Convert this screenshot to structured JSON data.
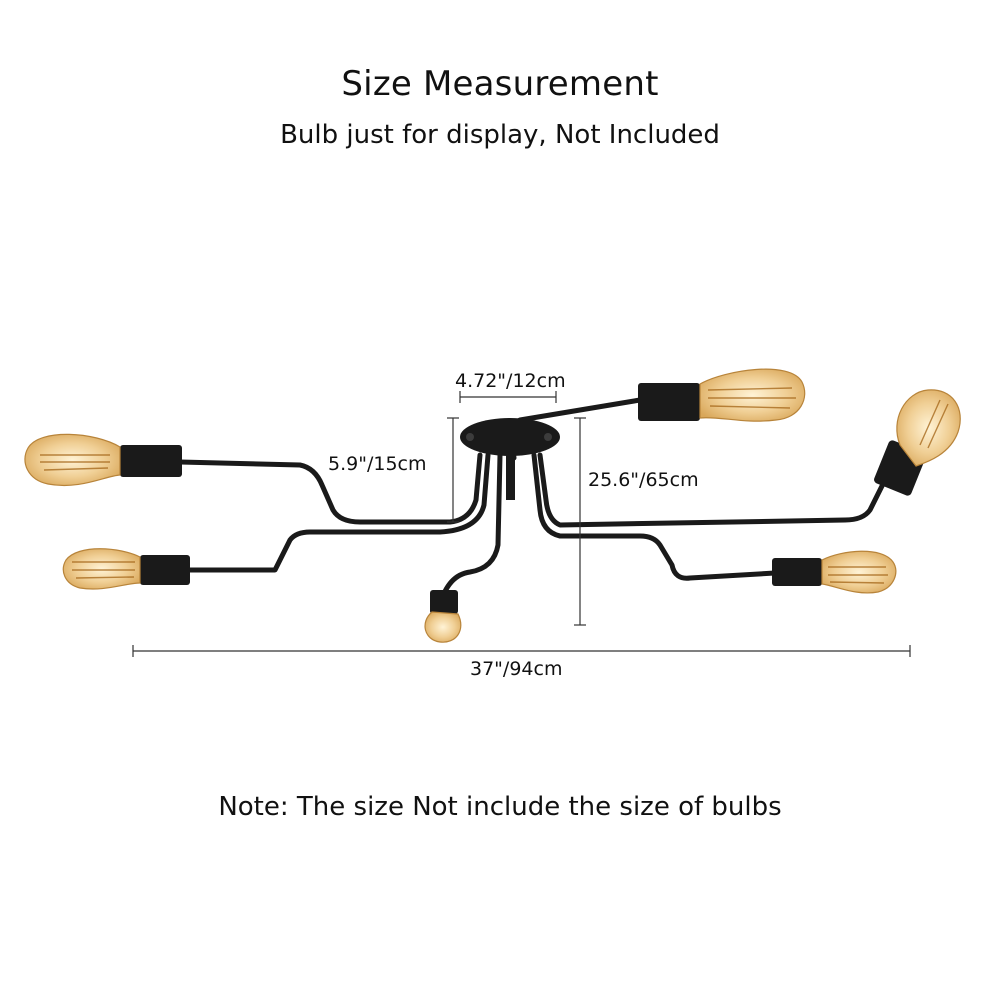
{
  "header": {
    "title": "Size Measurement",
    "subtitle": "Bulb just for display, Not Included"
  },
  "dimensions": {
    "canopy_width": "4.72\"/12cm",
    "drop_height": "5.9\"/15cm",
    "depth": "25.6\"/65cm",
    "total_length": "37\"/94cm"
  },
  "footer": {
    "note": "Note: The size Not include the size of bulbs"
  },
  "colors": {
    "fixture": "#1a1a1a",
    "bulb_glass": "#f2d7a8",
    "bulb_glow": "#c98a2e",
    "dimension_line": "#333333"
  }
}
